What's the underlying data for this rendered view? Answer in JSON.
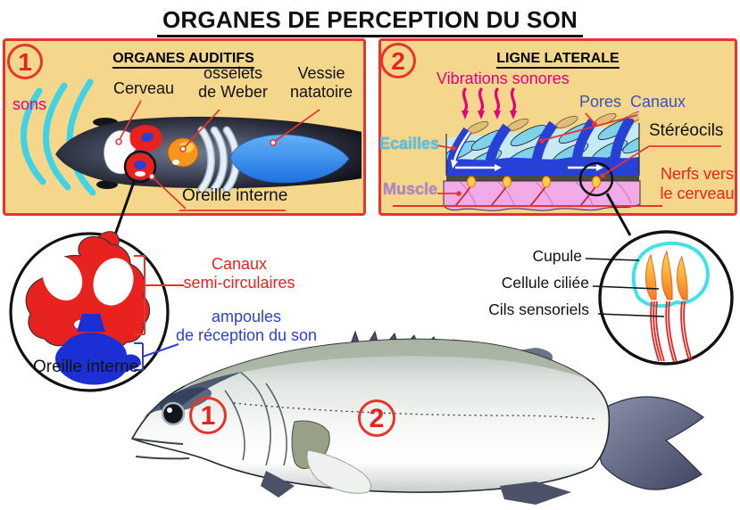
{
  "title": "ORGANES DE PERCEPTION DU SON",
  "panel1": {
    "number": "1",
    "title": "ORGANES AUDITIFS",
    "labels": {
      "sons": "sons",
      "cerveau": "Cerveau",
      "osselets_line1": "osselets",
      "osselets_line2": "de Weber",
      "vessie_line1": "Vessie",
      "vessie_line2": "natatoire",
      "oreille_interne": "Oreille interne"
    }
  },
  "panel2": {
    "number": "2",
    "title": "LIGNE LATERALE",
    "labels": {
      "vibrations": "Vibrations sonores",
      "pores": "Pores",
      "canaux": "Canaux",
      "ecailles": "Ecailles",
      "stereocils": "Stéréocils",
      "muscle": "Muscle",
      "nerfs_line1": "Nerfs vers",
      "nerfs_line2": "le cerveau"
    }
  },
  "inner_ear_detail": {
    "canaux_line1": "Canaux",
    "canaux_line2": "semi-circulaires",
    "ampoules_line1": "ampoules",
    "ampoules_line2": "de réception du son",
    "caption": "Oreille interne"
  },
  "neuromast_detail": {
    "cupule": "Cupule",
    "cellule_ciliee": "Cellule ciliée",
    "cils_sensoriels": "Cils sensoriels"
  },
  "fish_markers": {
    "marker1": "1",
    "marker2": "2"
  },
  "colors": {
    "panel_bg": "#f5d78b",
    "panel_border": "#e8342c",
    "red": "#e8231f",
    "magenta": "#e6007e",
    "blue_label": "#3a52b4",
    "deep_blue": "#2741d6",
    "cyan": "#4fd6ea",
    "violet": "#b287c2",
    "muscle_pink": "#f2abe6",
    "bladder_blue": "#2f8ef5",
    "flame_orange": "#f7941d"
  }
}
